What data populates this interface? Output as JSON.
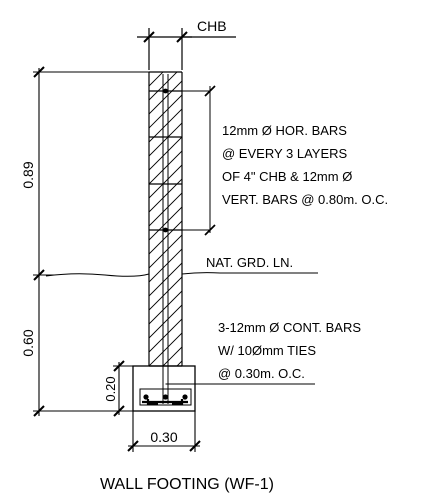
{
  "drawing": {
    "title": "WALL FOOTING (WF-1)",
    "chb_label": "CHB",
    "dim_upper": "0.89",
    "dim_lower": "0.60",
    "dim_footing_height": "0.20",
    "dim_footing_width": "0.30",
    "grade_label": "NAT. GRD. LN.",
    "note_wall": [
      "12mm Ø HOR. BARS",
      "@ EVERY 3 LAYERS",
      "OF 4\" CHB & 12mm Ø",
      "VERT. BARS @ 0.80m. O.C."
    ],
    "note_footing": [
      "3-12mm Ø CONT. BARS",
      "W/ 10Ømm TIES",
      "@ 0.30m. O.C."
    ]
  },
  "colors": {
    "line": "#000000",
    "background": "#ffffff"
  }
}
